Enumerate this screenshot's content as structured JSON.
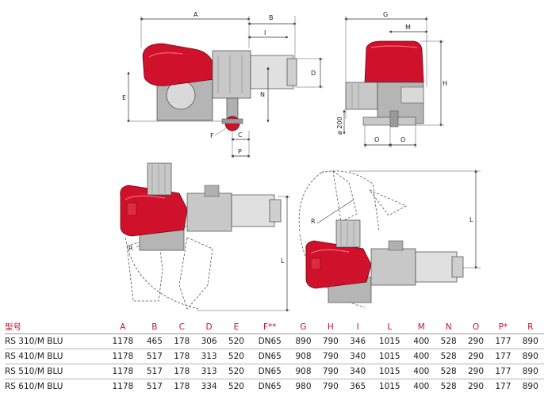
{
  "dimension_labels": {
    "A": "A",
    "B": "B",
    "D": "D",
    "E": "E",
    "F": "F",
    "G": "G",
    "H": "H",
    "I": "I",
    "M": "M",
    "N": "N",
    "O": "O",
    "C": "C",
    "P": "P",
    "R": "R",
    "L": "L",
    "diameter": "ø 200"
  },
  "colors": {
    "burner_red": "#d0112b",
    "body_gray": "#9a9a9a",
    "header_red": "#c8102e"
  },
  "table": {
    "headers": [
      "型号",
      "A",
      "B",
      "C",
      "D",
      "E",
      "F**",
      "G",
      "H",
      "I",
      "L",
      "M",
      "N",
      "O",
      "P*",
      "R"
    ],
    "rows": [
      [
        "RS 310/M BLU",
        "1178",
        "465",
        "178",
        "306",
        "520",
        "DN65",
        "890",
        "790",
        "346",
        "1015",
        "400",
        "528",
        "290",
        "177",
        "890"
      ],
      [
        "RS 410/M BLU",
        "1178",
        "517",
        "178",
        "313",
        "520",
        "DN65",
        "908",
        "790",
        "340",
        "1015",
        "400",
        "528",
        "290",
        "177",
        "890"
      ],
      [
        "RS 510/M BLU",
        "1178",
        "517",
        "178",
        "313",
        "520",
        "DN65",
        "908",
        "790",
        "340",
        "1015",
        "400",
        "528",
        "290",
        "177",
        "890"
      ],
      [
        "RS 610/M BLU",
        "1178",
        "517",
        "178",
        "334",
        "520",
        "DN65",
        "980",
        "790",
        "365",
        "1015",
        "400",
        "528",
        "290",
        "177",
        "890"
      ]
    ]
  }
}
